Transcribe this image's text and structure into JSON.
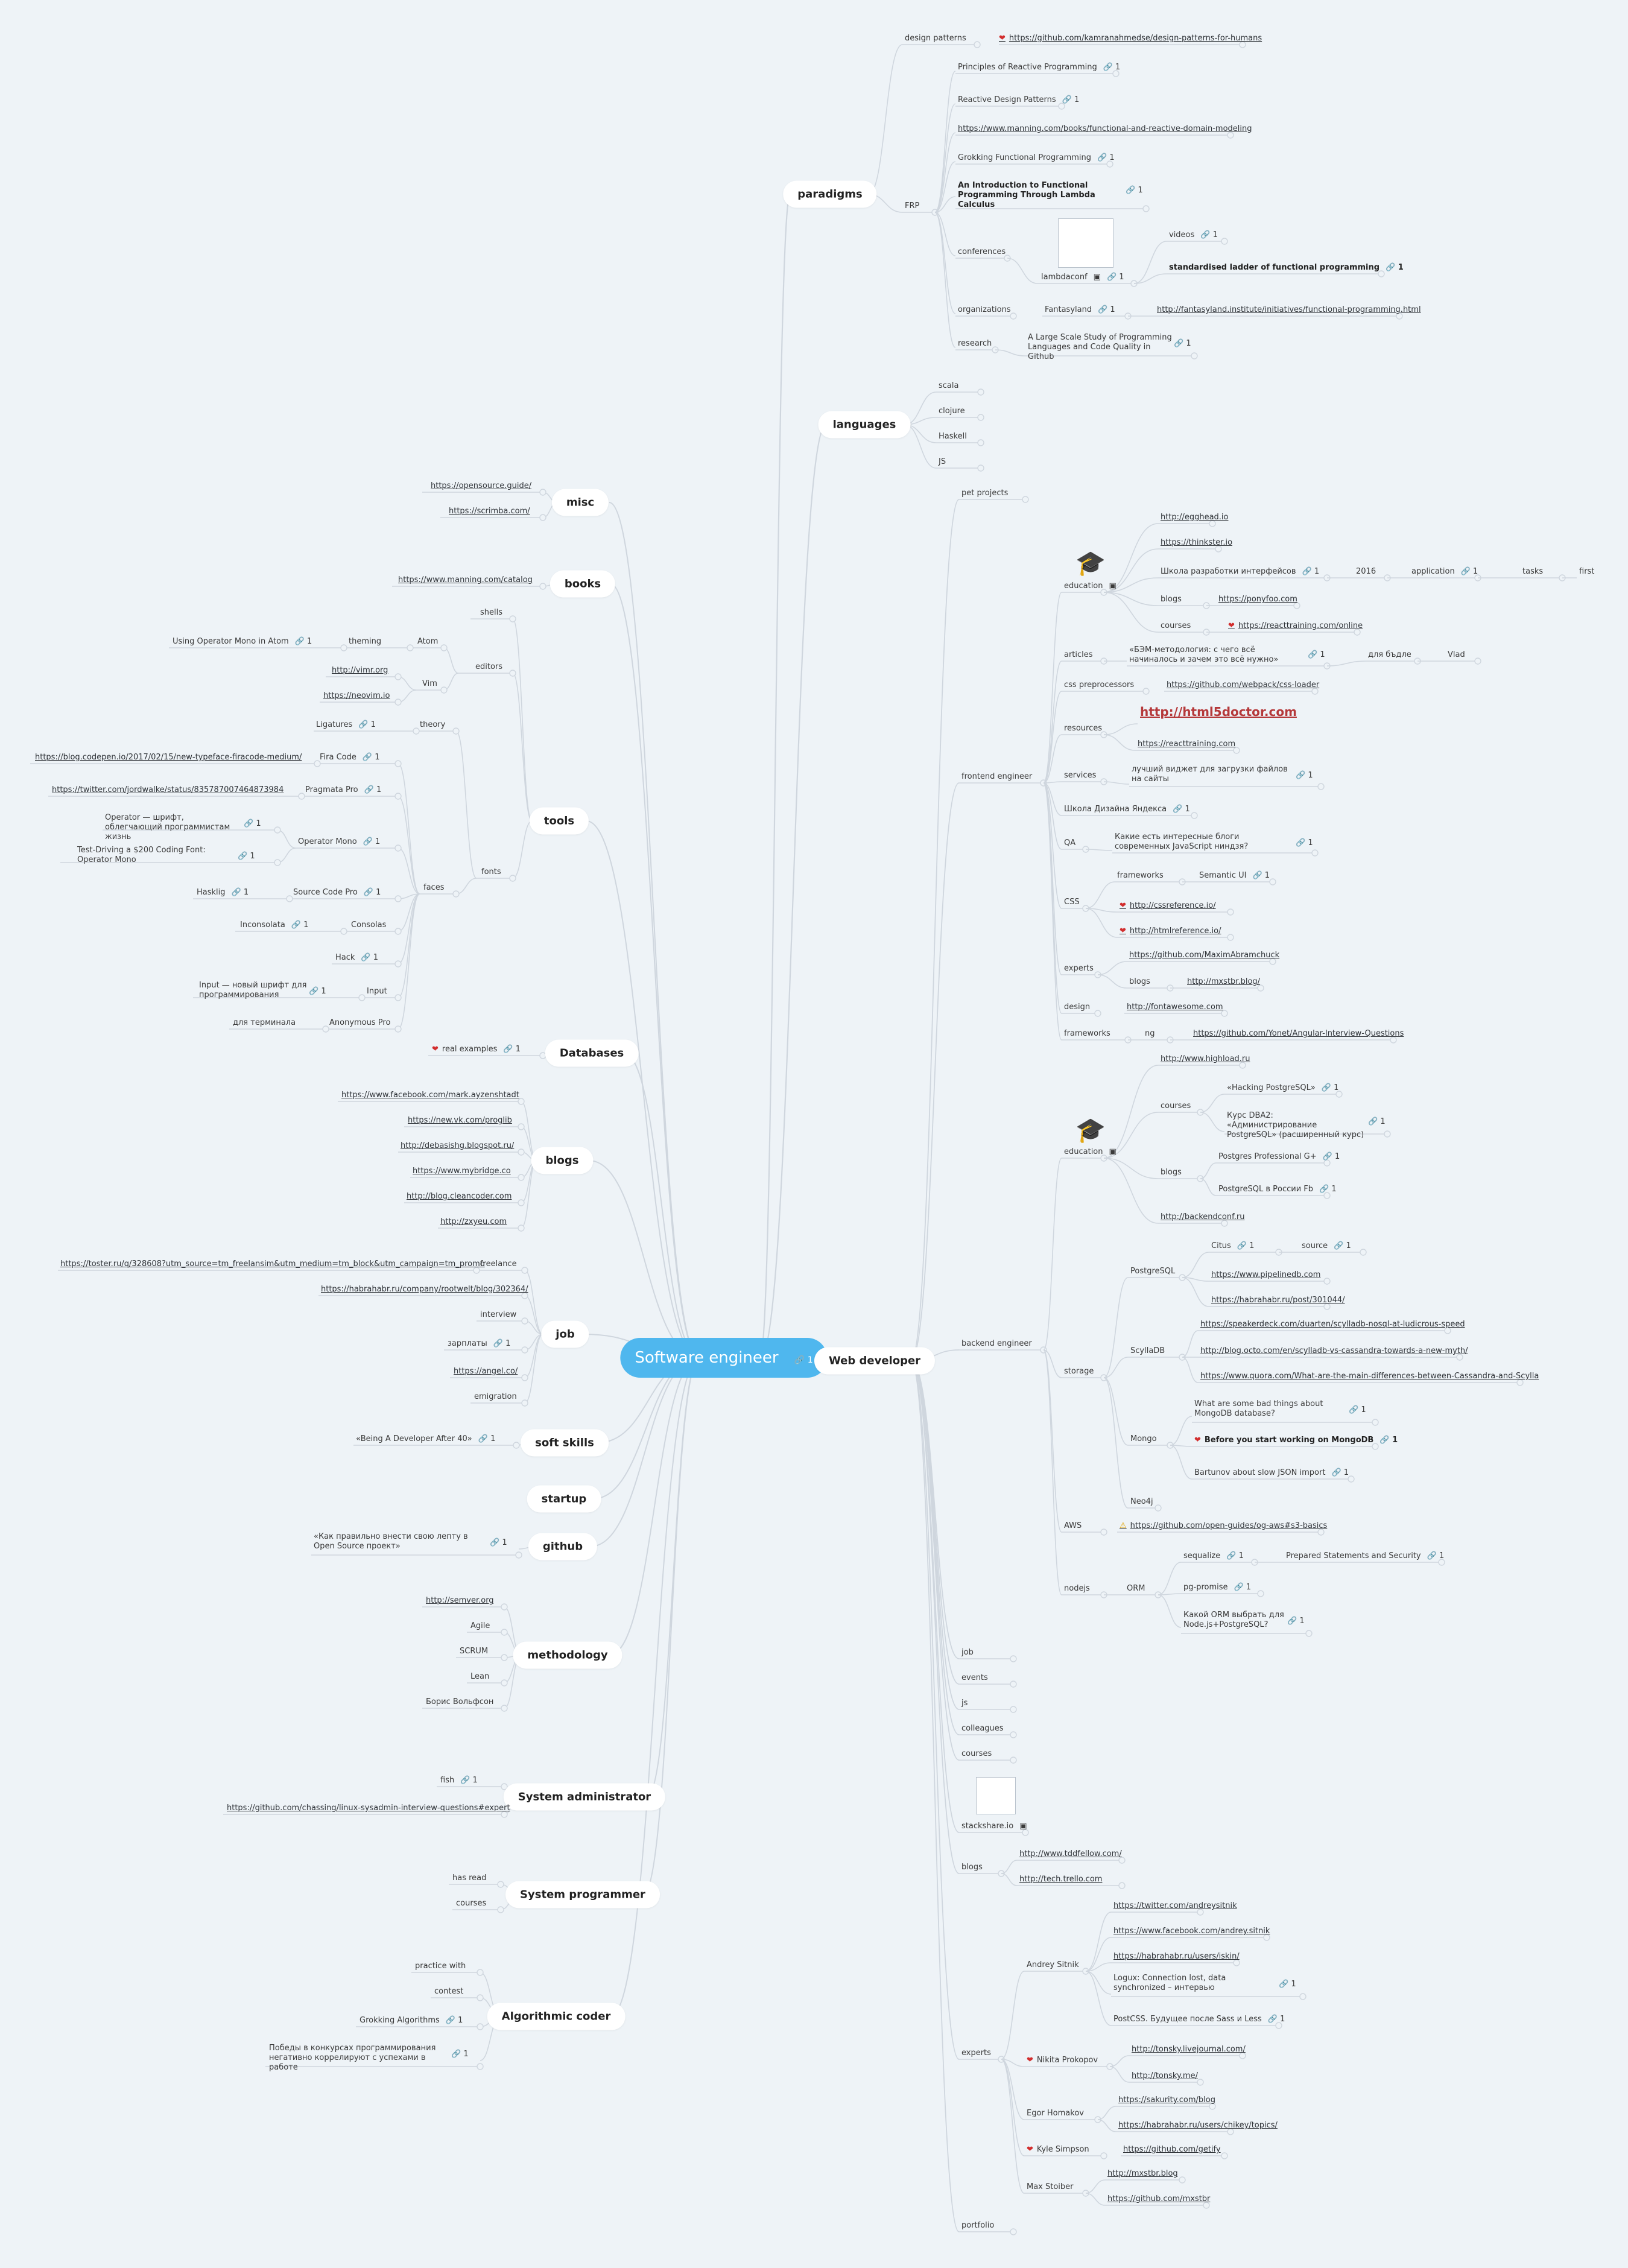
{
  "root": {
    "label": "Software engineer",
    "link_count": "1"
  },
  "topics": {
    "paradigms": "paradigms",
    "languages": "languages",
    "web_developer": "Web developer",
    "misc": "misc",
    "books": "books",
    "tools": "tools",
    "databases": "Databases",
    "blogs": "blogs",
    "job": "job",
    "soft_skills": "soft skills",
    "startup": "startup",
    "github": "github",
    "methodology": "methodology",
    "system_administrator": "System administrator",
    "system_programmer": "System programmer",
    "algorithmic_coder": "Algorithmic coder"
  },
  "nodes": {
    "p_dp": "design patterns",
    "p_dp_link": "https://github.com/kamranahmedse/design-patterns-for-humans",
    "p_frp": "FRP",
    "p_prp": "Principles of Reactive Programming",
    "p_rdp": "Reactive Design Patterns",
    "p_manning_link": "https://www.manning.com/books/functional-and-reactive-domain-modeling",
    "p_gfp": "Grokking Functional Programming",
    "p_intro": "An Introduction to Functional Programming Through Lambda Calculus",
    "p_conf": "conferences",
    "p_lambdaconf": "lambdaconf",
    "p_videos": "videos",
    "p_ladder": "standardised ladder of functional programming",
    "p_org": "organizations",
    "p_fantasyland": "Fantasyland",
    "p_fl_link": "http://fantasyland.institute/initiatives/functional-programming.html",
    "p_research": "research",
    "p_study": "A Large Scale Study of Programming Languages and Code Quality in Github",
    "l_scala": "scala",
    "l_clojure": "clojure",
    "l_haskell": "Haskell",
    "l_js": "JS",
    "w_pet": "pet projects",
    "w_frontend": "frontend engineer",
    "f_education": "education",
    "f_egghead": "http://egghead.io",
    "f_thinkster": "https://thinkster.io",
    "f_shri": "Школа разработки интерфейсов",
    "f_2016": "2016",
    "f_application": "application",
    "f_tasks": "tasks",
    "f_first": "first",
    "f_blogs": "blogs",
    "f_ponyfoo": "https://ponyfoo.com",
    "f_courses": "courses",
    "f_reacttraining_online": "https://reacttraining.com/online",
    "f_articles": "articles",
    "f_bem": "«БЭМ-методология: с чего всё начиналось и зачем это всё нужно»",
    "f_dlya": "для бъдле",
    "f_vlad": "Vlad",
    "f_csspre": "css preprocessors",
    "f_cssloader": "https://github.com/webpack/css-loader",
    "f_resources": "resources",
    "f_html5doctor": "http://html5doctor.com",
    "f_reacttraining": "https://reacttraining.com",
    "f_services": "services",
    "f_widget": "лучший виджет для загрузки файлов на сайты",
    "f_yandex": "Школа Дизайна Яндекса",
    "f_qa": "QA",
    "f_qa_q": "Какие есть интересные блоги современных JavaScript ниндзя?",
    "f_css": "CSS",
    "f_frameworks": "frameworks",
    "f_semantic": "Semantic UI",
    "f_cssref": "http://cssreference.io/",
    "f_htmlref": "http://htmlreference.io/",
    "f_experts": "experts",
    "f_maxim": "https://github.com/MaximAbramchuck",
    "f_exp_blogs": "blogs",
    "f_mxstbr": "http://mxstbr.blog/",
    "f_design": "design",
    "f_fontawesome": "http://fontawesome.com",
    "f_frameworks2": "frameworks",
    "f_ng": "ng",
    "f_angular": "https://github.com/Yonet/Angular-Interview-Questions",
    "w_backend": "backend engineer",
    "b_education": "education",
    "b_highload": "http://www.highload.ru",
    "b_courses": "courses",
    "b_hacking": "«Hacking PostgreSQL»",
    "b_dba2": "Курс DBA2: «Администрирование PostgreSQL» (расширенный курс)",
    "b_blogs": "blogs",
    "b_pgpro": "Postgres Professional G+",
    "b_pgfb": "PostgreSQL в России Fb",
    "b_backendconf": "http://backendconf.ru",
    "b_storage": "storage",
    "b_postgresql": "PostgreSQL",
    "b_citus": "Citus",
    "b_source": "source",
    "b_pipelinedb": "https://www.pipelinedb.com",
    "b_habr301044": "https://habrahabr.ru/post/301044/",
    "b_scylladb": "ScyllaDB",
    "b_scylla1": "https://speakerdeck.com/duarten/scylladb-nosql-at-ludicrous-speed",
    "b_scylla2": "http://blog.octo.com/en/scylladb-vs-cassandra-towards-a-new-myth/",
    "b_scylla3": "https://www.quora.com/What-are-the-main-differences-between-Cassandra-and-Scylla",
    "b_mongo": "Mongo",
    "b_mongo_bad": "What are some bad things about MongoDB database?",
    "b_mongo_before": "Before you start working on MongoDB",
    "b_bartunov": "Bartunov about slow JSON import",
    "b_neo4j": "Neo4j",
    "b_aws": "AWS",
    "b_aws_link": "https://github.com/open-guides/og-aws#s3-basics",
    "b_nodejs": "nodejs",
    "b_orm": "ORM",
    "b_sequelize": "sequalize",
    "b_prepared": "Prepared Statements and Security",
    "b_pgpromise": "pg-promise",
    "b_which_orm": "Какой ORM выбрать для Node.js+PostgreSQL?",
    "w_job": "job",
    "w_events": "events",
    "w_js": "js",
    "w_colleagues": "colleagues",
    "w_courses": "courses",
    "w_stackshare": "stackshare.io",
    "w_blogs": "blogs",
    "w_tddfellow": "http://www.tddfellow.com/",
    "w_trello": "http://tech.trello.com",
    "w_experts": "experts",
    "e_sitnik": "Andrey Sitnik",
    "e_sitnik_tw": "https://twitter.com/andreysitnik",
    "e_sitnik_fb": "https://www.facebook.com/andrey.sitnik",
    "e_sitnik_habr": "https://habrahabr.ru/users/iskin/",
    "e_logux": "Logux: Connection lost, data synchronized – интервью",
    "e_postcss": "PostCSS. Будущее после Sass и Less",
    "e_prokopov": "Nikita Prokopov",
    "e_tonsky_lj": "http://tonsky.livejournal.com/",
    "e_tonsky_me": "http://tonsky.me/",
    "e_homakov": "Egor Homakov",
    "e_sakurity": "https://sakurity.com/blog",
    "e_chikey": "https://habrahabr.ru/users/chikey/topics/",
    "e_simpson": "Kyle Simpson",
    "e_getify": "https://github.com/getify",
    "e_stoiber": "Max Stoiber",
    "e_mxstbr_blog": "http://mxstbr.blog",
    "e_mxstbr_gh": "https://github.com/mxstbr",
    "w_portfolio": "portfolio",
    "m_opensource": "https://opensource.guide/",
    "m_scrimba": "https://scrimba.com/",
    "bk_manning": "https://www.manning.com/catalog",
    "t_shells": "shells",
    "t_editors": "editors",
    "t_atom": "Atom",
    "t_theming": "theming",
    "t_opmono_atom": "Using Operator Mono in Atom",
    "t_vim": "Vim",
    "t_vimorg": "http://vimr.org",
    "t_neovim": "https://neovim.io",
    "t_fonts": "fonts",
    "t_theory": "theory",
    "t_ligatures": "Ligatures",
    "t_faces": "faces",
    "t_firacode": "Fira Code",
    "t_firacode_link": "https://blog.codepen.io/2017/02/15/new-typeface-firacode-medium/",
    "t_pragmata": "Pragmata Pro",
    "t_pragmata_link": "https://twitter.com/jordwalke/status/835787007464873984",
    "t_opmono": "Operator Mono",
    "t_opmono1": "Operator — шрифт, облегчающий программистам жизнь",
    "t_opmono2": "Test-Driving a $200 Coding Font: Operator Mono",
    "t_scp": "Source Code Pro",
    "t_hasklig": "Hasklig",
    "t_consolas": "Consolas",
    "t_inconsolata": "Inconsolata",
    "t_hack": "Hack",
    "t_input": "Input",
    "t_input1": "Input — новый шрифт для программирования",
    "t_anon": "Anonymous Pro",
    "t_anon1": "для терминала",
    "d_real": "real examples",
    "bl_1": "https://www.facebook.com/mark.ayzenshtadt",
    "bl_2": "https://new.vk.com/proglib",
    "bl_3": "http://debasishg.blogspot.ru/",
    "bl_4": "https://www.mybridge.co",
    "bl_5": "http://blog.cleancoder.com",
    "bl_6": "http://zxyeu.com",
    "j_freelance": "freelance",
    "j_toster": "https://toster.ru/q/328608?utm_source=tm_freelansim&utm_medium=tm_block&utm_campaign=tm_promo",
    "j_habr302364": "https://habrahabr.ru/company/rootwelt/blog/302364/",
    "j_interview": "interview",
    "j_salaries": "зарплаты",
    "j_angel": "https://angel.co/",
    "j_emigration": "emigration",
    "s_after40": "«Being A Developer After 40»",
    "g_openSource": "«Как правильно внести свою лепту в Open Source проект»",
    "me_semver": "http://semver.org",
    "me_agile": "Agile",
    "me_scrum": "SCRUM",
    "me_lean": "Lean",
    "me_boris": "Борис Вольфсон",
    "sa_fish": "fish",
    "sa_interview": "https://github.com/chassing/linux-sysadmin-interview-questions#expert",
    "sp_hasread": "has read",
    "sp_courses": "courses",
    "a_practice": "practice with",
    "a_contest": "contest",
    "a_grokking": "Grokking Algorithms",
    "a_victory": "Победы в конкурсах программирования негативно коррелируют с успехами в работе"
  },
  "link_count": "1",
  "icons": {
    "link": "link-icon",
    "heart": "heart-icon",
    "warning": "warning-icon",
    "image": "image-icon",
    "cap": "graduation-cap-icon"
  },
  "colors": {
    "root": "#4fb7ee",
    "edge": "#cfd6de",
    "heart": "#d22d2d",
    "accent_link": "#b5383a"
  }
}
